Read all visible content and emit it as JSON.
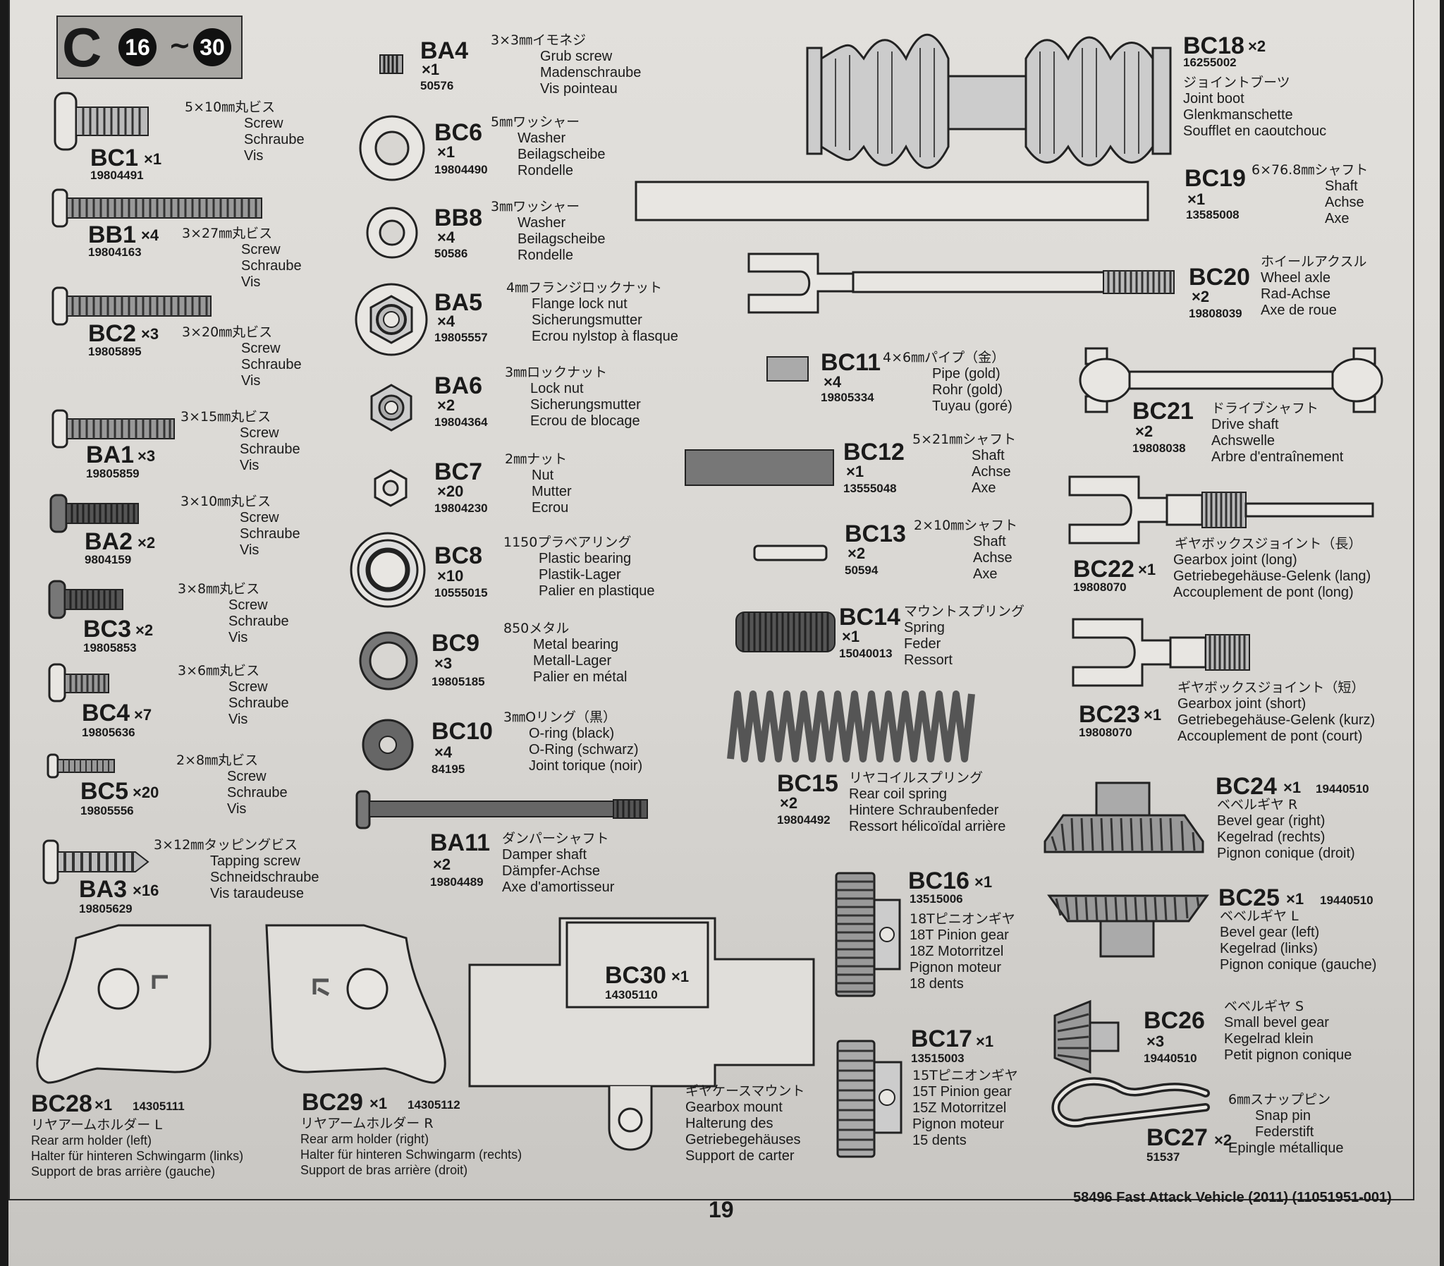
{
  "section": {
    "letter": "C",
    "from": "16",
    "tilde": "~",
    "to": "30"
  },
  "page_number": "19",
  "footer": "58496 Fast Attack Vehicle (2011) (11051951-001)",
  "parts": {
    "BC1": {
      "code": "BC1",
      "qty": "×1",
      "number": "19804491",
      "names": [
        "5×10㎜丸ビス",
        "Screw",
        "Schraube",
        "Vis"
      ]
    },
    "BB1": {
      "code": "BB1",
      "qty": "×4",
      "number": "19804163",
      "names": [
        "3×27㎜丸ビス",
        "Screw",
        "Schraube",
        "Vis"
      ]
    },
    "BC2": {
      "code": "BC2",
      "qty": "×3",
      "number": "19805895",
      "names": [
        "3×20㎜丸ビス",
        "Screw",
        "Schraube",
        "Vis"
      ]
    },
    "BA1": {
      "code": "BA1",
      "qty": "×3",
      "number": "19805859",
      "names": [
        "3×15㎜丸ビス",
        "Screw",
        "Schraube",
        "Vis"
      ]
    },
    "BA2": {
      "code": "BA2",
      "qty": "×2",
      "number": "9804159",
      "names": [
        "3×10㎜丸ビス",
        "Screw",
        "Schraube",
        "Vis"
      ]
    },
    "BC3": {
      "code": "BC3",
      "qty": "×2",
      "number": "19805853",
      "names": [
        "3×8㎜丸ビス",
        "Screw",
        "Schraube",
        "Vis"
      ]
    },
    "BC4": {
      "code": "BC4",
      "qty": "×7",
      "number": "19805636",
      "names": [
        "3×6㎜丸ビス",
        "Screw",
        "Schraube",
        "Vis"
      ]
    },
    "BC5": {
      "code": "BC5",
      "qty": "×20",
      "number": "19805556",
      "names": [
        "2×8㎜丸ビス",
        "Screw",
        "Schraube",
        "Vis"
      ]
    },
    "BA3": {
      "code": "BA3",
      "qty": "×16",
      "number": "19805629",
      "names": [
        "3×12㎜タッピングビス",
        "Tapping screw",
        "Schneidschraube",
        "Vis taraudeuse"
      ]
    },
    "BA4": {
      "code": "BA4",
      "qty": "×1",
      "number": "50576",
      "names": [
        "3×3㎜イモネジ",
        "Grub screw",
        "Madenschraube",
        "Vis pointeau"
      ]
    },
    "BC6": {
      "code": "BC6",
      "qty": "×1",
      "number": "19804490",
      "names": [
        "5㎜ワッシャー",
        "Washer",
        "Beilagscheibe",
        "Rondelle"
      ]
    },
    "BB8": {
      "code": "BB8",
      "qty": "×4",
      "number": "50586",
      "names": [
        "3㎜ワッシャー",
        "Washer",
        "Beilagscheibe",
        "Rondelle"
      ]
    },
    "BA5": {
      "code": "BA5",
      "qty": "×4",
      "number": "19805557",
      "names": [
        "4㎜フランジロックナット",
        "Flange lock nut",
        "Sicherungsmutter",
        "Ecrou nylstop à flasque"
      ]
    },
    "BA6": {
      "code": "BA6",
      "qty": "×2",
      "number": "19804364",
      "names": [
        "3㎜ロックナット",
        "Lock nut",
        "Sicherungsmutter",
        "Ecrou de blocage"
      ]
    },
    "BC7": {
      "code": "BC7",
      "qty": "×20",
      "number": "19804230",
      "names": [
        "2㎜ナット",
        "Nut",
        "Mutter",
        "Ecrou"
      ]
    },
    "BC8": {
      "code": "BC8",
      "qty": "×10",
      "number": "10555015",
      "names": [
        "1150プラベアリング",
        "Plastic bearing",
        "Plastik-Lager",
        "Palier en plastique"
      ]
    },
    "BC9": {
      "code": "BC9",
      "qty": "×3",
      "number": "19805185",
      "names": [
        "850メタル",
        "Metal bearing",
        "Metall-Lager",
        "Palier en métal"
      ]
    },
    "BC10": {
      "code": "BC10",
      "qty": "×4",
      "number": "84195",
      "names": [
        "3㎜Oリング（黒）",
        "O-ring (black)",
        "O-Ring (schwarz)",
        "Joint torique (noir)"
      ]
    },
    "BA11": {
      "code": "BA11",
      "qty": "×2",
      "number": "19804489",
      "names": [
        "ダンパーシャフト",
        "Damper shaft",
        "Dämpfer-Achse",
        "Axe d'amortisseur"
      ]
    },
    "BC18": {
      "code": "BC18",
      "qty": "×2",
      "number": "16255002",
      "names": [
        "ジョイントブーツ",
        "Joint boot",
        "Glenkmanschette",
        "Soufflet en caoutchouc"
      ]
    },
    "BC19": {
      "code": "BC19",
      "qty": "×1",
      "number": "13585008",
      "names": [
        "6×76.8㎜シャフト",
        "Shaft",
        "Achse",
        "Axe"
      ]
    },
    "BC20": {
      "code": "BC20",
      "qty": "×2",
      "number": "19808039",
      "names": [
        "ホイールアクスル",
        "Wheel axle",
        "Rad-Achse",
        "Axe de roue"
      ]
    },
    "BC11": {
      "code": "BC11",
      "qty": "×4",
      "number": "19805334",
      "names": [
        "4×6㎜パイプ（金）",
        "Pipe (gold)",
        "Rohr (gold)",
        "Tuyau (goré)"
      ]
    },
    "BC21": {
      "code": "BC21",
      "qty": "×2",
      "number": "19808038",
      "names": [
        "ドライブシャフト",
        "Drive shaft",
        "Achswelle",
        "Arbre d'entraînement"
      ]
    },
    "BC12": {
      "code": "BC12",
      "qty": "×1",
      "number": "13555048",
      "names": [
        "5×21㎜シャフト",
        "Shaft",
        "Achse",
        "Axe"
      ]
    },
    "BC13": {
      "code": "BC13",
      "qty": "×2",
      "number": "50594",
      "names": [
        "2×10㎜シャフト",
        "Shaft",
        "Achse",
        "Axe"
      ]
    },
    "BC22": {
      "code": "BC22",
      "qty": "×1",
      "number": "19808070",
      "names": [
        "ギヤボックスジョイント（長）",
        "Gearbox joint (long)",
        "Getriebegehäuse-Gelenk (lang)",
        "Accouplement de pont (long)"
      ]
    },
    "BC14": {
      "code": "BC14",
      "qty": "×1",
      "number": "15040013",
      "names": [
        "マウントスプリング",
        "Spring",
        "Feder",
        "Ressort"
      ]
    },
    "BC23": {
      "code": "BC23",
      "qty": "×1",
      "number": "19808070",
      "names": [
        "ギヤボックスジョイント（短）",
        "Gearbox joint (short)",
        "Getriebegehäuse-Gelenk (kurz)",
        "Accouplement de pont (court)"
      ]
    },
    "BC15": {
      "code": "BC15",
      "qty": "×2",
      "number": "19804492",
      "names": [
        "リヤコイルスプリング",
        "Rear coil spring",
        "Hintere Schraubenfeder",
        "Ressort hélicoïdal arrière"
      ]
    },
    "BC24": {
      "code": "BC24",
      "qty": "×1",
      "number": "19440510",
      "names": [
        "ベベルギヤ R",
        "Bevel gear (right)",
        "Kegelrad (rechts)",
        "Pignon conique (droit)"
      ]
    },
    "BC16": {
      "code": "BC16",
      "qty": "×1",
      "number": "13515006",
      "names": [
        "18Tピニオンギヤ",
        "18T Pinion gear",
        "18Z Motorritzel",
        "Pignon moteur",
        "18 dents"
      ]
    },
    "BC25": {
      "code": "BC25",
      "qty": "×1",
      "number": "19440510",
      "names": [
        "ベベルギヤ L",
        "Bevel gear (left)",
        "Kegelrad (links)",
        "Pignon conique (gauche)"
      ]
    },
    "BC26": {
      "code": "BC26",
      "qty": "×3",
      "number": "19440510",
      "names": [
        "ベベルギヤ S",
        "Small bevel gear",
        "Kegelrad klein",
        "Petit pignon conique"
      ]
    },
    "BC17": {
      "code": "BC17",
      "qty": "×1",
      "number": "13515003",
      "names": [
        "15Tピニオンギヤ",
        "15T Pinion gear",
        "15Z Motorritzel",
        "Pignon moteur",
        "15 dents"
      ]
    },
    "BC27": {
      "code": "BC27",
      "qty": "×2",
      "number": "51537",
      "names": [
        "6㎜スナップピン",
        "Snap pin",
        "Federstift",
        "Epingle métallique"
      ]
    },
    "BC28": {
      "code": "BC28",
      "qty": "×1",
      "number": "14305111",
      "names": [
        "リヤアームホルダー L",
        "Rear arm holder (left)",
        "Halter für hinteren Schwingarm (links)",
        "Support de bras arrière (gauche)"
      ]
    },
    "BC29": {
      "code": "BC29",
      "qty": "×1",
      "number": "14305112",
      "names": [
        "リヤアームホルダー R",
        "Rear arm holder (right)",
        "Halter für hinteren Schwingarm (rechts)",
        "Support de bras arrière (droit)"
      ]
    },
    "BC30": {
      "code": "BC30",
      "qty": "×1",
      "number": "14305110",
      "names": [
        "ギヤケースマウント",
        "Gearbox mount",
        "Halterung des",
        "Getriebegehäuses",
        "Support de carter"
      ]
    }
  }
}
